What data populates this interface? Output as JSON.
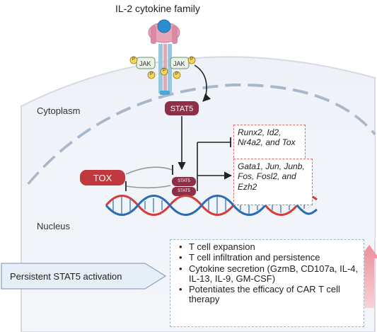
{
  "title": "IL-2 cytokine family",
  "compartments": {
    "cytoplasm": "Cytoplasm",
    "nucleus": "Nucleus"
  },
  "receptor": {
    "kinase_label": "JAK",
    "phospho_label": "P"
  },
  "stat5_cytoplasm": "STAT5",
  "stat5_dimer": {
    "upper": "STAT5",
    "lower": "STAT5"
  },
  "tox": "TOX",
  "repressed_targets": [
    "Runx2, Id2,",
    "Nr4a2, and Tox"
  ],
  "activated_targets": [
    "Gata1, Jun, Junb,",
    "Fos, Fosl2, and",
    "Ezh2"
  ],
  "persistent_activation": "Persistent STAT5 activation",
  "outcomes": [
    "T cell expansion",
    "T cell infiltration and persistence",
    "Cytokine secretion (GzmB, CD107a, IL-4, IL-13, IL-9, GM-CSF)",
    "Potentiates the efficacy of CAR T cell therapy"
  ],
  "colors": {
    "tox_red": "#c0393f",
    "stat5_maroon": "#8e2f47",
    "dna_red": "#d63c3c",
    "dna_blue": "#2b6cb0",
    "dashed_red": "#e06a6a",
    "up_arrow": "#f2b4b8"
  }
}
